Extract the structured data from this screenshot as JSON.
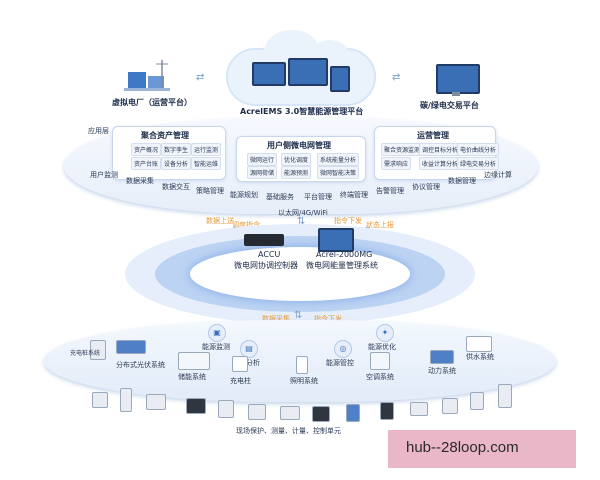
{
  "top": {
    "vpp_label": "虚拟电厂（运营平台）",
    "cloud_label": "AcrelEMS 3.0智慧能源管理平台",
    "carbon_label": "碳/绿电交易平台"
  },
  "app_layer": {
    "label": "应用层",
    "panel_left": {
      "title": "聚合资产管理",
      "chips": [
        "资产概况",
        "数字孪生",
        "运行监测",
        "资产台账",
        "设备分析",
        "智能运维"
      ]
    },
    "panel_center": {
      "title": "用户侧微电网管理",
      "chips": [
        "微网运行",
        "优化调度",
        "系统能量分析",
        "源网荷储",
        "能源预测",
        "微网智能决策"
      ]
    },
    "panel_right": {
      "title": "运营管理",
      "chips": [
        "聚合资源监测",
        "调控目标分析",
        "电价曲线分析",
        "需求响应",
        "收益计算分析",
        "绿电交易分析"
      ]
    },
    "bottom_items": [
      "用户监测",
      "数据采集",
      "数据交互",
      "策略管理",
      "能源规划",
      "基础服务",
      "平台管理",
      "终端管理",
      "告警管理",
      "协议管理",
      "数据管理",
      "边缘计算"
    ]
  },
  "middle": {
    "left_tags": [
      "数据上送",
      "调度指令"
    ],
    "right_tags": [
      "指令下发",
      "状态上报"
    ],
    "protocol": "以太网/4G/WiFi",
    "accu_name": "ACCU",
    "accu_desc": "微电网协调控制器",
    "mg_name": "Acrel-2000MG",
    "mg_desc": "微电网能量管理系统",
    "down_left": "数据采集",
    "down_right": "指令下发"
  },
  "bottom": {
    "functions": [
      "能源监测",
      "能源分析",
      "能源管控",
      "能源优化"
    ],
    "systems": [
      "充电桩系统",
      "分布式光伏系统",
      "储能系统",
      "充电柱",
      "照明系统",
      "空调系统",
      "动力系统",
      "供水系统"
    ],
    "footer": "现场保护、测量、计量、控制单元"
  },
  "watermark": "hub--28loop.com"
}
